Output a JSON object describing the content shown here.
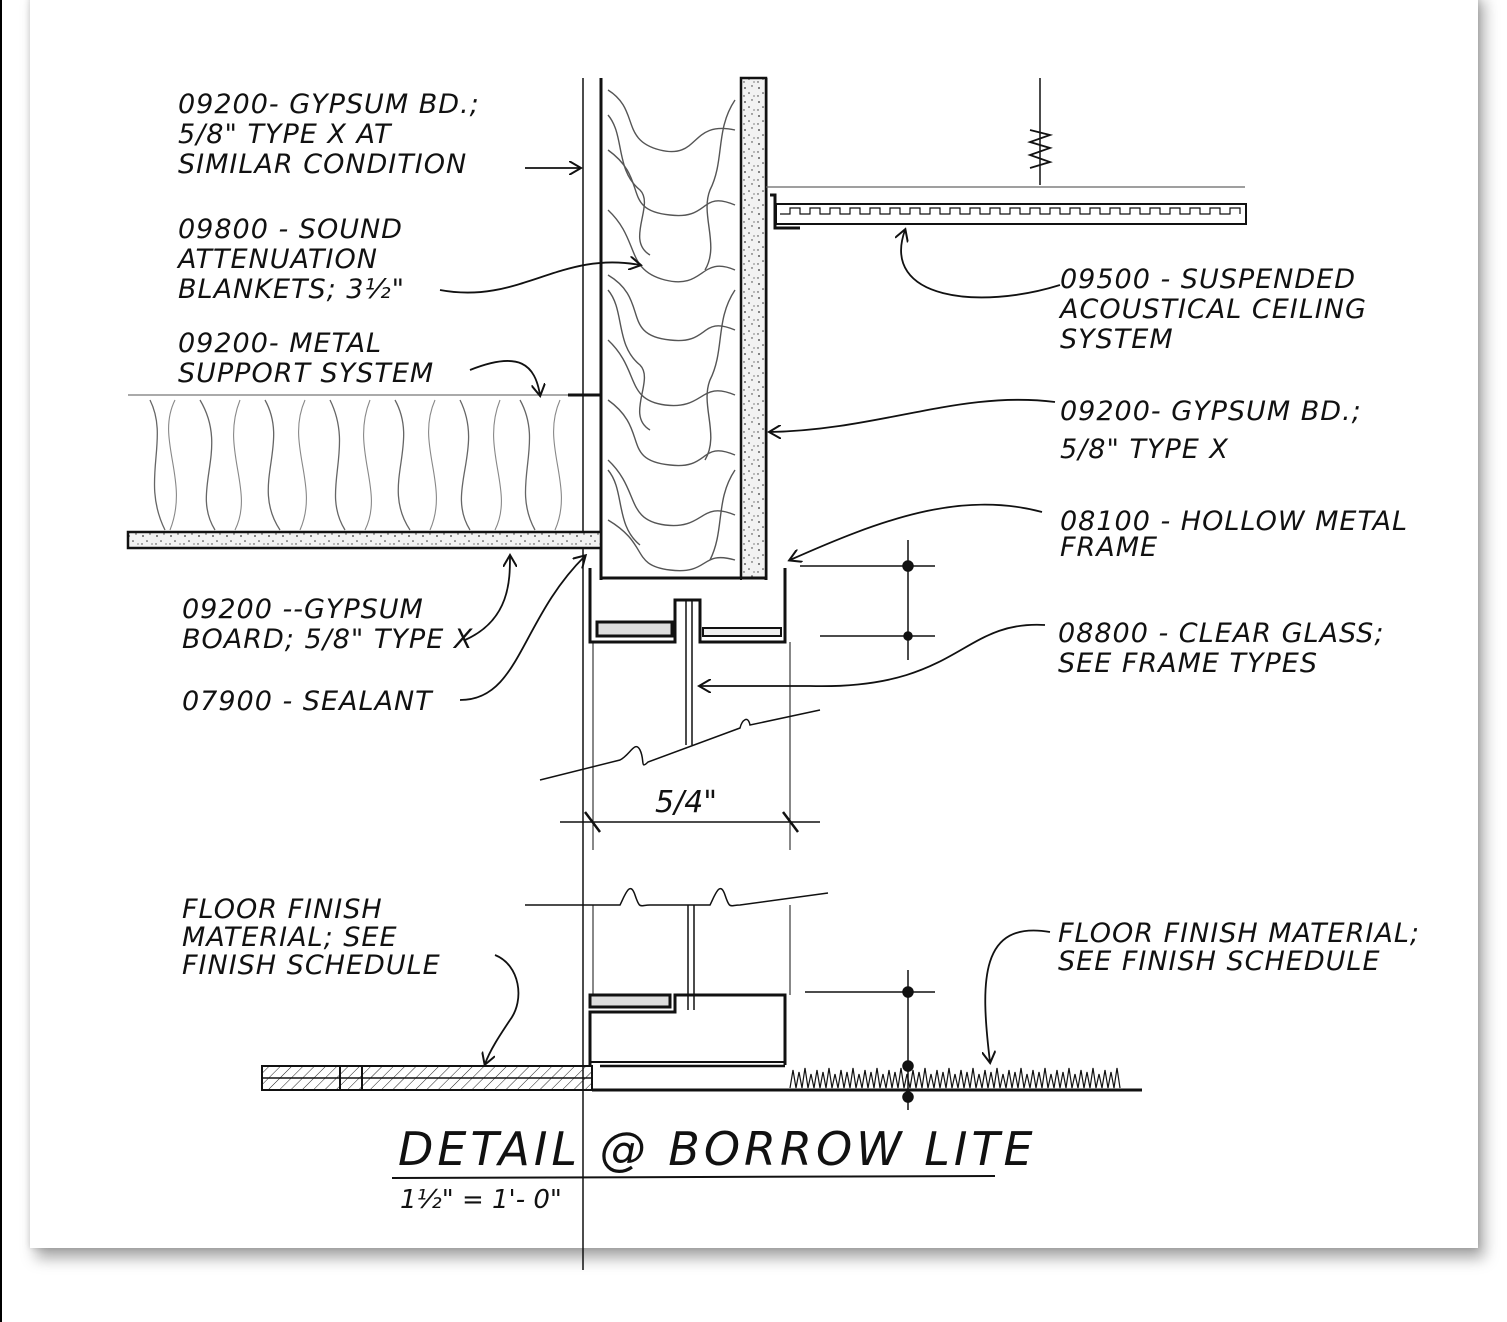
{
  "drawing": {
    "title": "DETAIL @ BORROW LITE",
    "scale": "1½\" = 1'- 0\"",
    "dimension": "5/4\""
  },
  "labels": {
    "gypsum_similar": [
      "09200- GYPSUM BD.;",
      "5/8\" TYPE X AT",
      "SIMILAR CONDITION"
    ],
    "sound_blankets": [
      "09800 - SOUND",
      "ATTENUATION",
      "BLANKETS; 3½\""
    ],
    "metal_support": [
      "09200- METAL",
      "SUPPORT SYSTEM"
    ],
    "gypsum_board_left": [
      "09200 --GYPSUM",
      "BOARD; 5/8\" TYPE X"
    ],
    "sealant": [
      "07900 - SEALANT"
    ],
    "floor_finish_left": [
      "FLOOR FINISH",
      "MATERIAL; SEE",
      "FINISH SCHEDULE"
    ],
    "ceiling": [
      "09500 - SUSPENDED",
      "ACOUSTICAL CEILING",
      "SYSTEM"
    ],
    "gypsum_right": [
      "09200- GYPSUM BD.;",
      "5/8\" TYPE X"
    ],
    "hollow_frame": [
      "08100 - HOLLOW METAL",
      "FRAME"
    ],
    "clear_glass": [
      "08800 - CLEAR GLASS;",
      "SEE FRAME TYPES"
    ],
    "floor_finish_right": [
      "FLOOR FINISH MATERIAL;",
      "SEE FINISH SCHEDULE"
    ]
  }
}
